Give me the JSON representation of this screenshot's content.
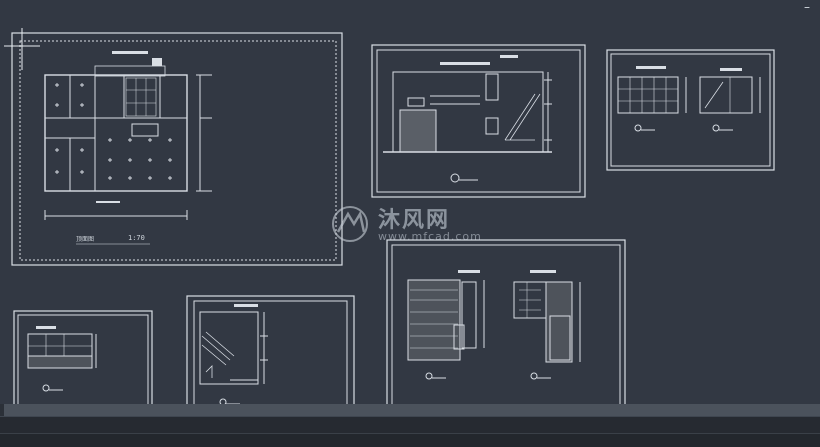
{
  "window": {
    "close_label": "–"
  },
  "watermark": {
    "text": "沐风网",
    "url": "www.mfcad.com"
  },
  "sheets": {
    "plan": {
      "title": "顶面图",
      "scale": "1:70"
    }
  },
  "colors": {
    "background": "#323843",
    "line": "#e6eaef",
    "frame": "#cdd3da"
  }
}
